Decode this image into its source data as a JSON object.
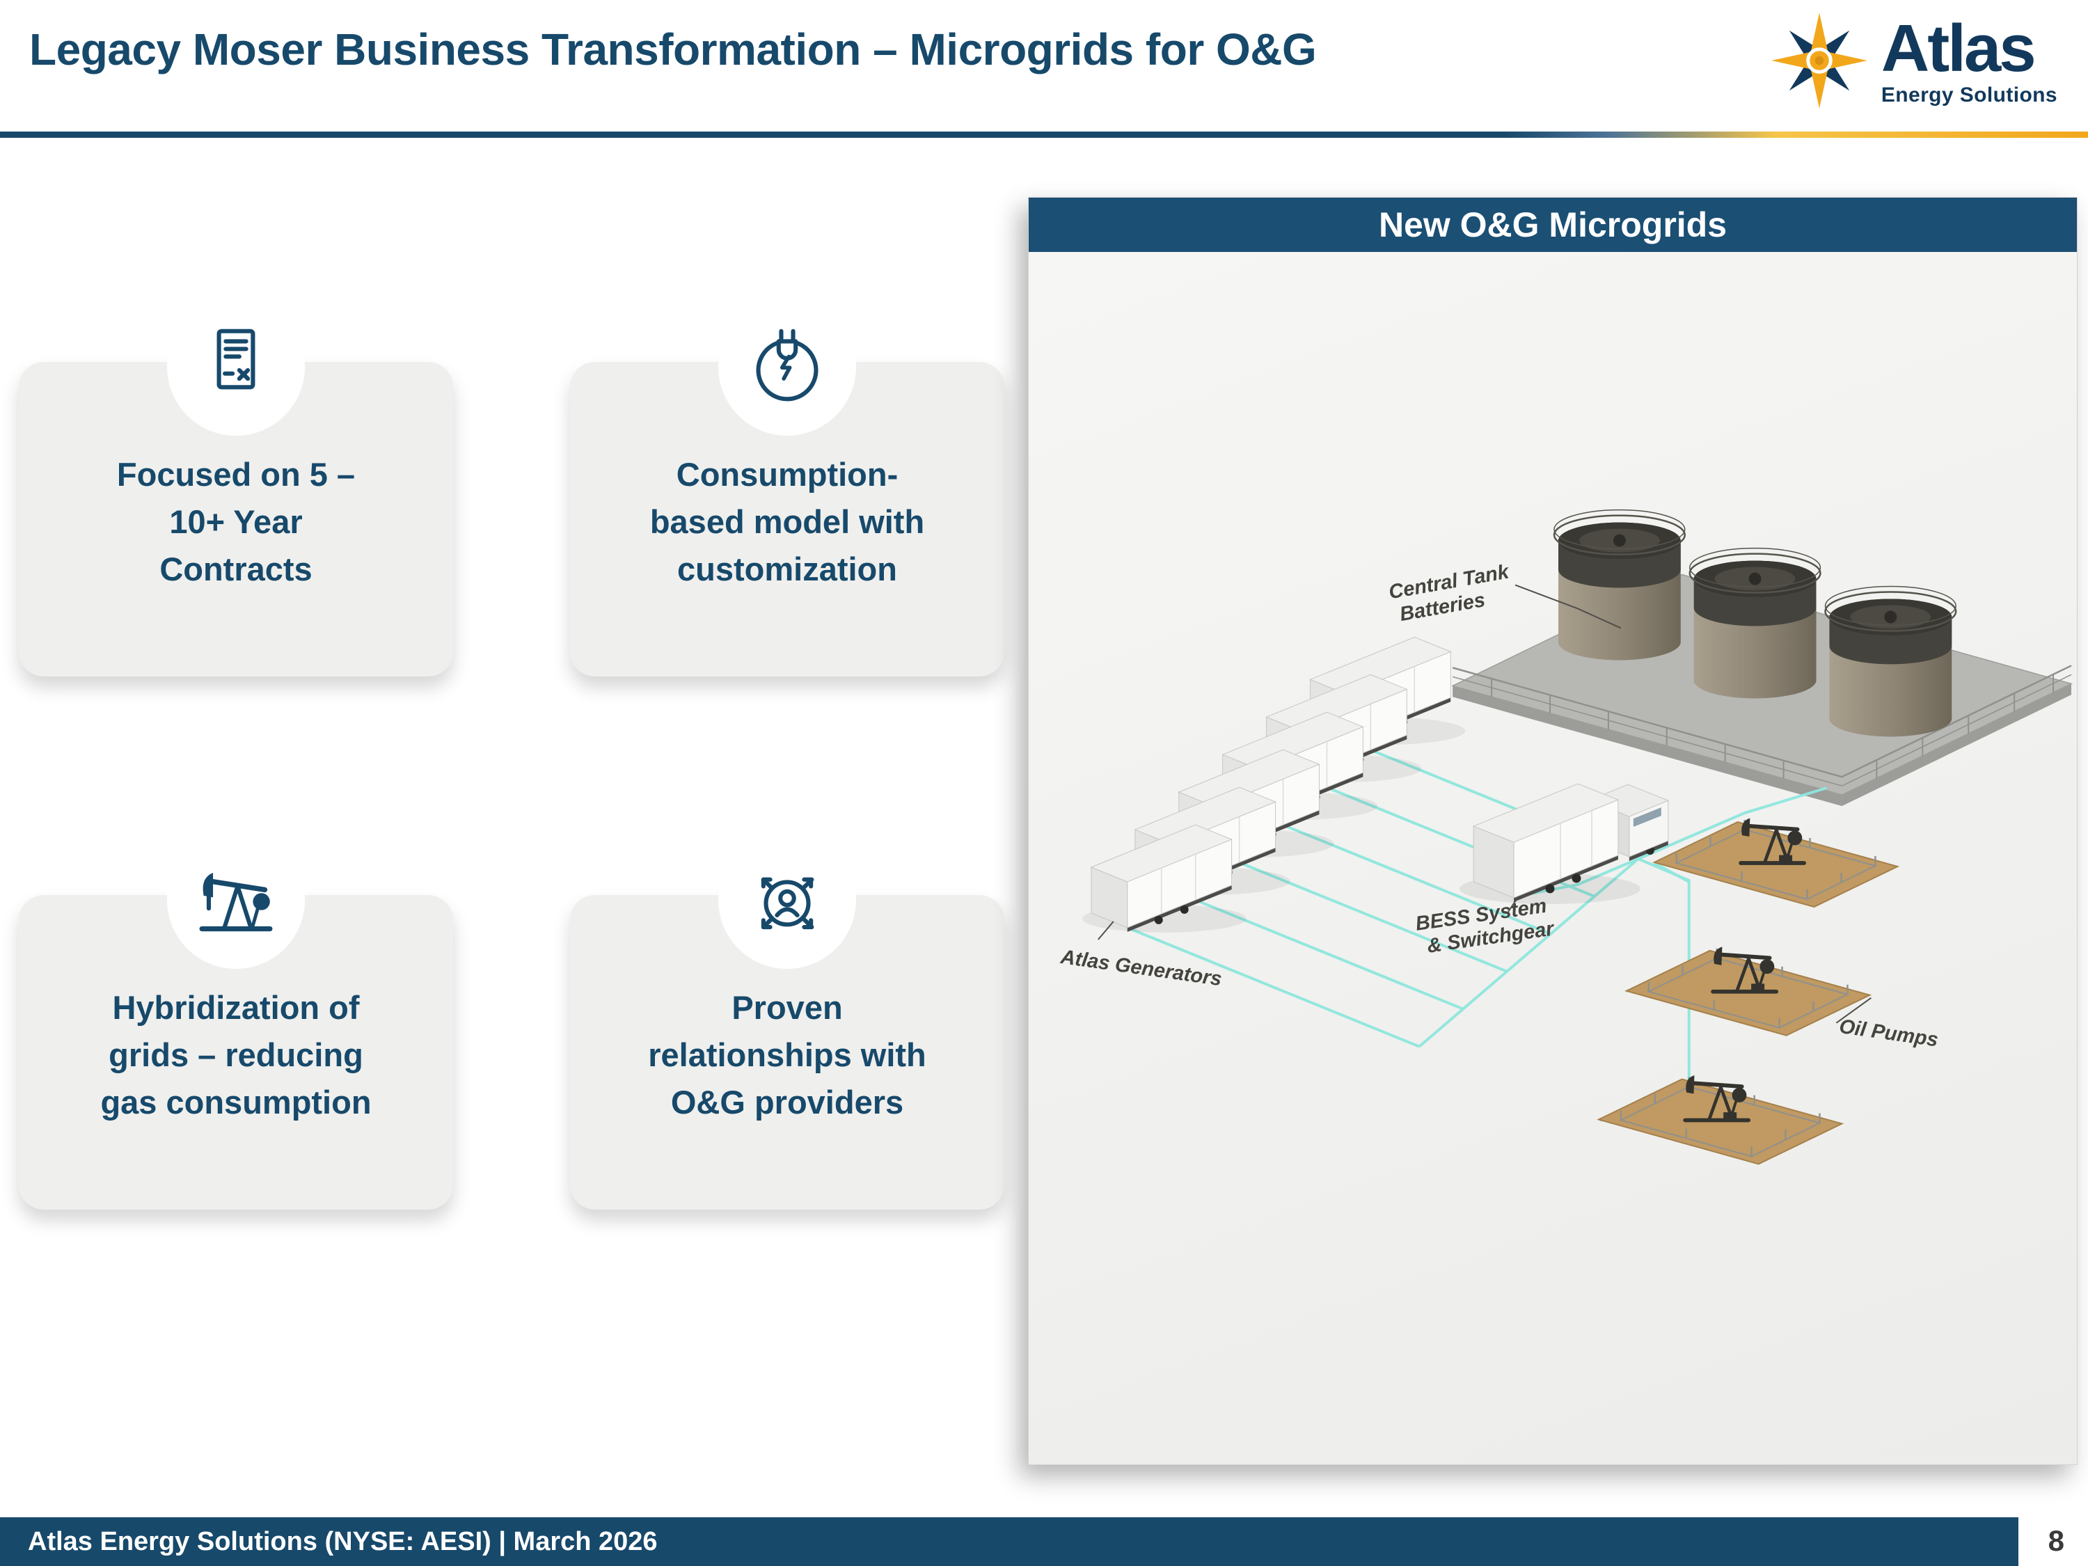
{
  "slide": {
    "title": "Legacy Moser Business Transformation – Microgrids for O&G",
    "footer_text": "Atlas Energy Solutions (NYSE: AESI)  | March 2026",
    "page_number": "8"
  },
  "logo": {
    "brand": "Atlas",
    "tagline": "Energy Solutions"
  },
  "cards": [
    {
      "icon": "contract-document-icon",
      "lines": [
        "Focused on 5 –",
        "10+ Year",
        "Contracts"
      ]
    },
    {
      "icon": "power-plug-icon",
      "lines": [
        "Consumption-",
        "based model with",
        "customization"
      ]
    },
    {
      "icon": "oil-pumpjack-icon",
      "lines": [
        "Hybridization of",
        "grids – reducing",
        "gas consumption"
      ]
    },
    {
      "icon": "person-network-icon",
      "lines": [
        "Proven",
        "relationships with",
        "O&G providers"
      ]
    }
  ],
  "panel": {
    "title": "New O&G Microgrids",
    "labels": {
      "tanks_line1": "Central Tank",
      "tanks_line2": "Batteries",
      "generators": "Atlas Generators",
      "bess_line1": "BESS System",
      "bess_line2": "& Switchgear",
      "pumps": "Oil Pumps"
    }
  },
  "colors": {
    "navy": "#17496B",
    "gold": "#F2A71B",
    "teal": "#8DE7DD",
    "card_bg": "#EFEFED"
  }
}
